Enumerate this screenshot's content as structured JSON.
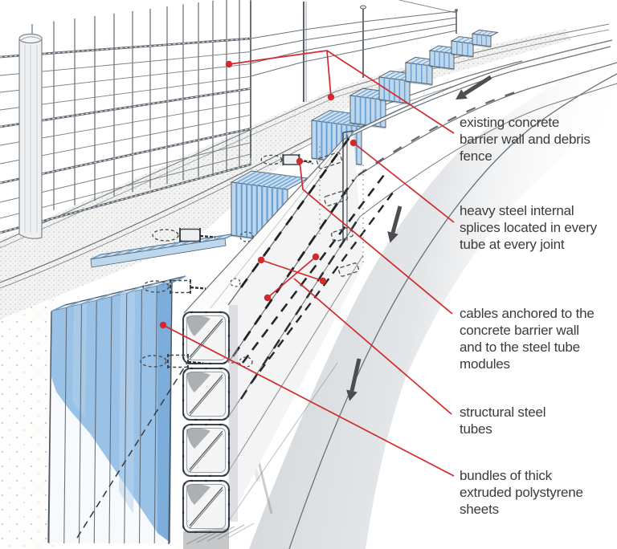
{
  "figure": {
    "kind": "hand-drawn technical illustration",
    "subject": "highway concrete barrier retrofit with steel tube modules and polystyrene bundles",
    "palette": {
      "leader_red": "#d3292d",
      "label_text": "#3b3b3b",
      "polystyrene_blue": "#8ab7e3",
      "road_gray": "#ccd1d5",
      "pencil_gray": "#5a616a",
      "arrow_gray": "#4b4d50"
    }
  },
  "labels": [
    {
      "id": "existing-wall",
      "text": "existing concrete barrier wall and debris fence"
    },
    {
      "id": "splices",
      "text": "heavy steel internal splices located in every tube at every joint"
    },
    {
      "id": "cables",
      "text": "cables anchored to the concrete barrier wall and to the steel tube modules"
    },
    {
      "id": "tubes",
      "text": "structural steel tubes"
    },
    {
      "id": "bundles",
      "text": "bundles of thick extruded polystyrene sheets"
    }
  ],
  "arrows": {
    "count": 3,
    "direction": "down-left along roadway"
  }
}
